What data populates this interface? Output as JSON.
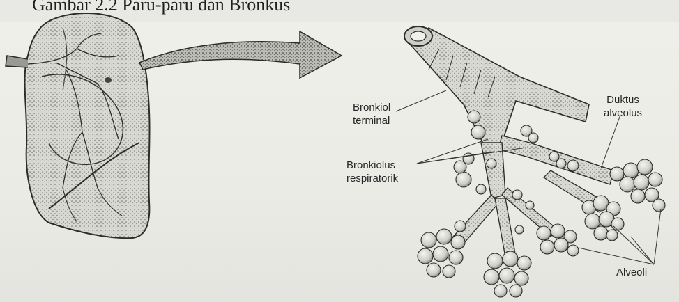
{
  "caption": "Gambar 2.2 Paru-paru dan Bronkus",
  "labels": {
    "bronkiol_terminal": [
      "Bronkiol",
      "terminal"
    ],
    "bronkiolus_respiratorik": [
      "Bronkiolus",
      "respiratorik"
    ],
    "duktus_alveolus": [
      "Duktus",
      "alveolus"
    ],
    "alveoli": "Alveoli"
  },
  "colors": {
    "ink": "#2b2b2b",
    "paper": "#e8e9e4"
  }
}
